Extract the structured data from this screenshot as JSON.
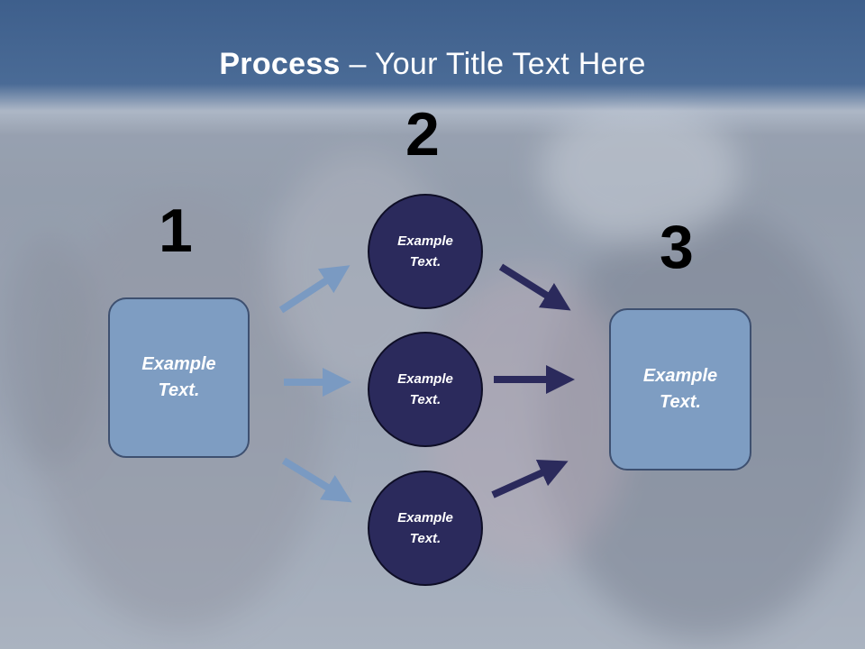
{
  "title": {
    "bold": "Process",
    "rest": " – Your Title Text Here"
  },
  "steps": [
    {
      "number": "1",
      "box_label": "Example Text."
    },
    {
      "number": "2",
      "circles": [
        "Example Text.",
        "Example Text.",
        "Example Text."
      ]
    },
    {
      "number": "3",
      "box_label": "Example Text."
    }
  ],
  "colors": {
    "title_band": "#3e5f8c",
    "box_fill": "#7e9dc2",
    "circle_fill": "#2b2a5c",
    "arrow_in": "#7a9ac2",
    "arrow_out": "#2b2a5c"
  }
}
